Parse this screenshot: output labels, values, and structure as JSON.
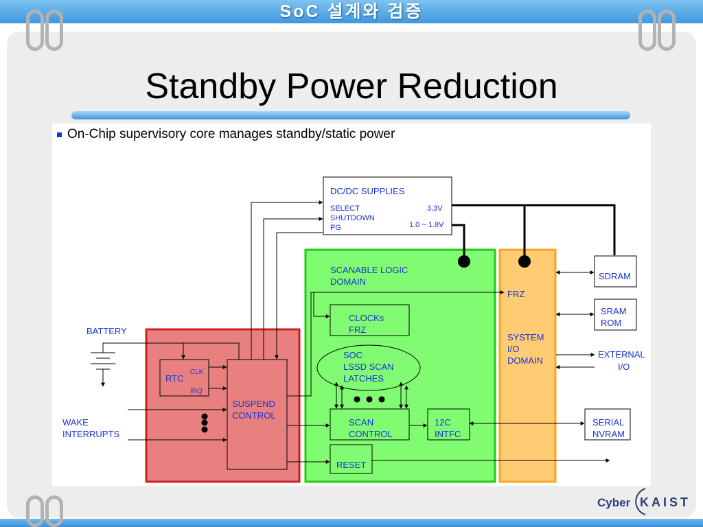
{
  "header": {
    "course_title": "SoC 설계와 검증"
  },
  "slide": {
    "title": "Standby Power Reduction",
    "bullet": "On-Chip supervisory core manages standby/static power"
  },
  "diagram": {
    "dcdc": {
      "title": "DC/DC SUPPLIES",
      "select": "SELECT",
      "shutdown": "SHUTDOWN",
      "pg": "PG",
      "v33": "3.3V",
      "v18": "1.0 ~ 1.8V"
    },
    "scan_domain": {
      "line1": "SCANABLE LOGIC",
      "line2": "DOMAIN"
    },
    "frz": "FRZ",
    "clocks": {
      "line1": "CLOCKs",
      "line2": "FRZ"
    },
    "soc_latches": {
      "line1": "SOC",
      "line2": "LSSD SCAN",
      "line3": "LATCHES"
    },
    "scan_control": {
      "line1": "SCAN",
      "line2": "CONTROL"
    },
    "i2c": {
      "line1": "12C",
      "line2": "INTFC"
    },
    "reset": "RESET",
    "system_io": {
      "line1": "SYSTEM",
      "line2": "I/O",
      "line3": "DOMAIN"
    },
    "sdram": "SDRAM",
    "sram_rom": {
      "line1": "SRAM",
      "line2": "ROM"
    },
    "external_io": {
      "line1": "EXTERNAL",
      "line2": "I/O"
    },
    "serial_nvram": {
      "line1": "SERIAL",
      "line2": "NVRAM"
    },
    "battery": "BATTERY",
    "rtc": "RTC",
    "clk": "CLK",
    "irq": "IRQ",
    "suspend": {
      "line1": "SUSPEND",
      "line2": "CONTROL"
    },
    "wake": {
      "line1": "WAKE",
      "line2": "INTERRUPTS"
    },
    "colors": {
      "power_domain": "#e98080",
      "scan_domain": "#80fb72",
      "io_domain": "#ffcc74",
      "label_text": "#1733d6"
    }
  },
  "logo": {
    "prefix": "Cyber",
    "name": "KAIST"
  }
}
